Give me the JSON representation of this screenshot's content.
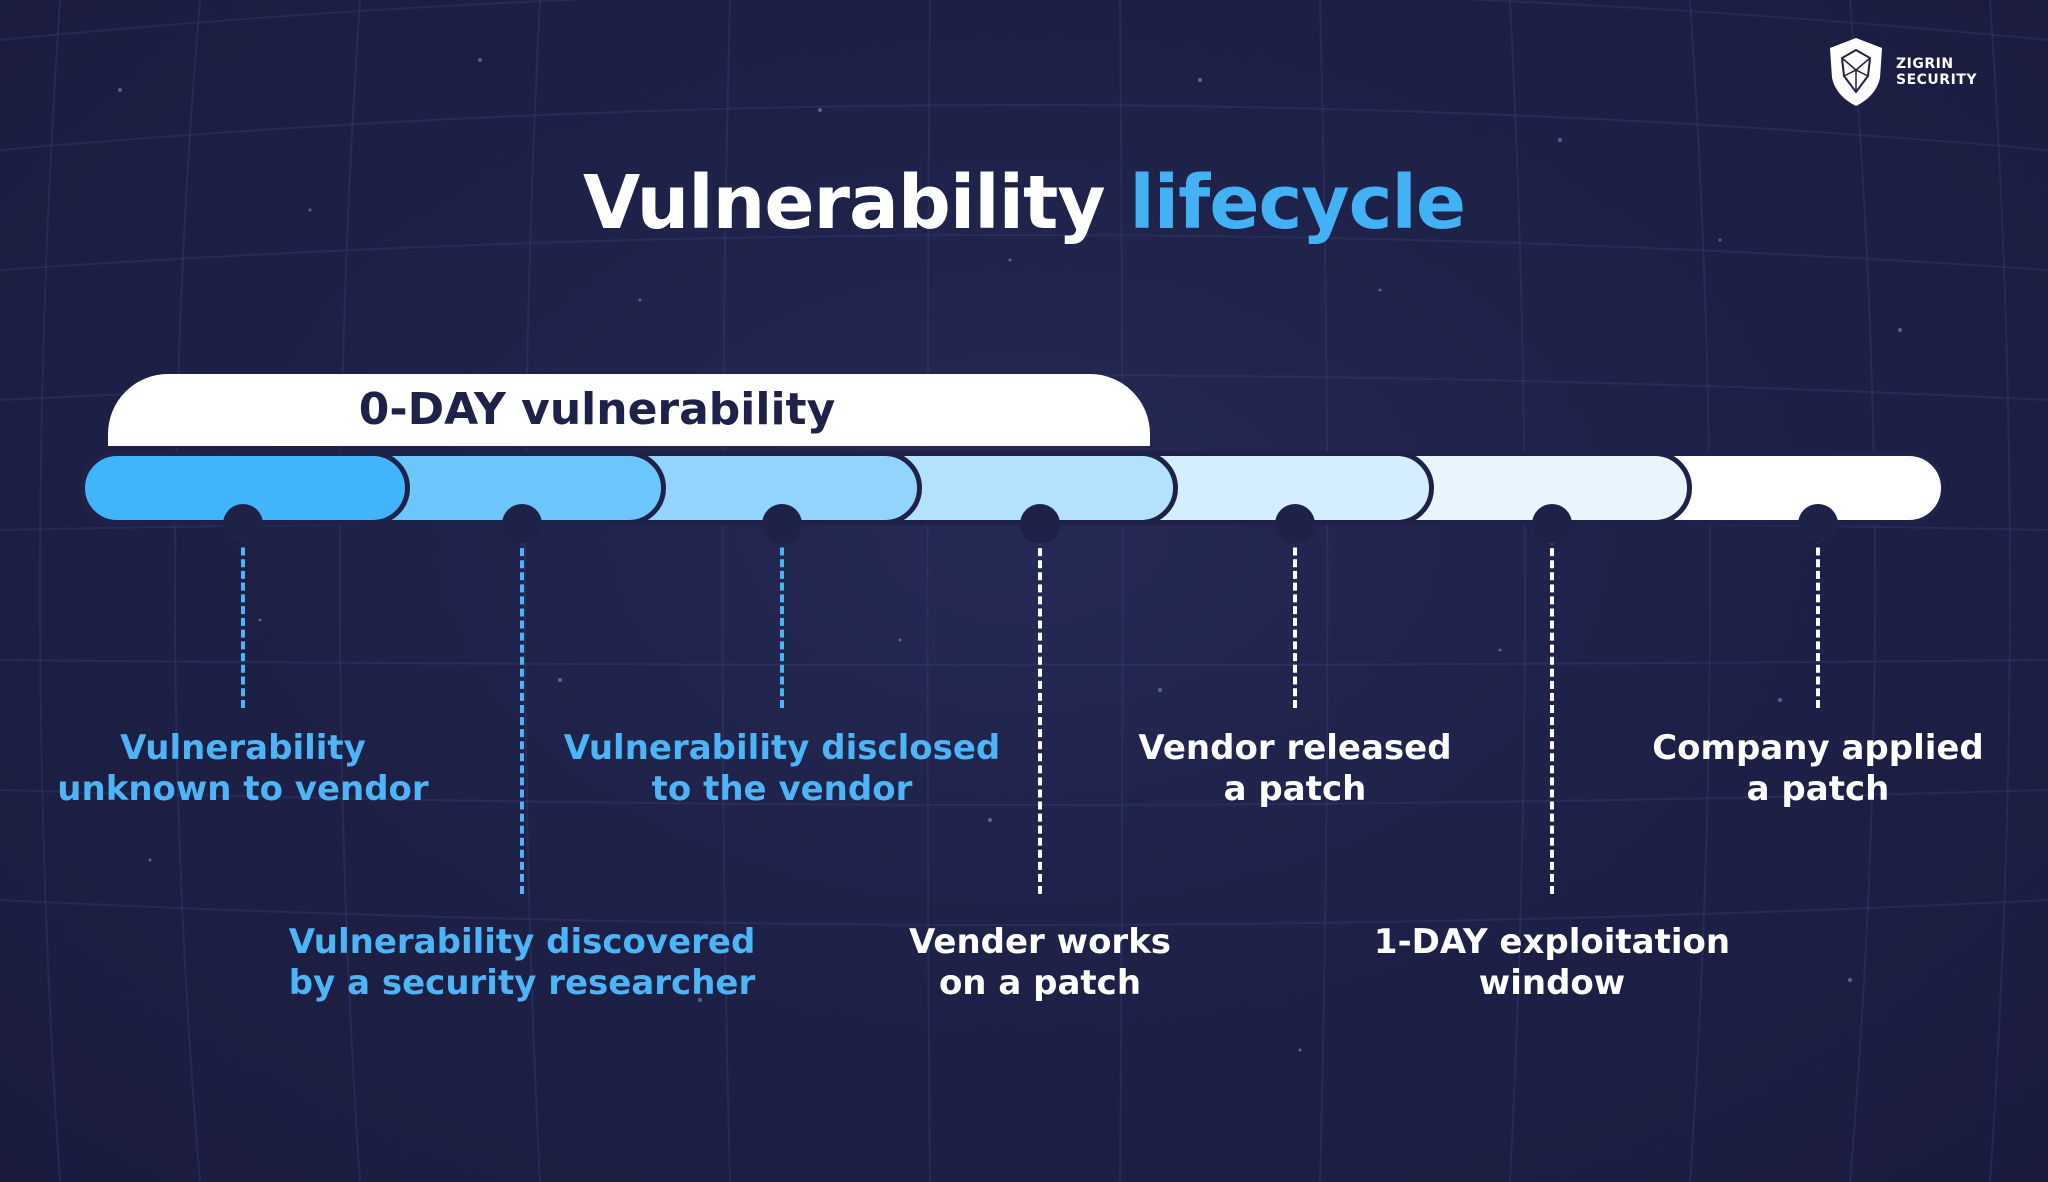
{
  "header": {
    "title_main": "Vulnerability",
    "title_accent": "lifecycle"
  },
  "logo": {
    "line1": "ZIGRIN",
    "line2": "SECURITY",
    "icon": "wolf-shield-icon"
  },
  "timeline": {
    "zero_day_label": "0-DAY vulnerability",
    "segment_colors": [
      "#42b4fb",
      "#6cc6fb",
      "#92d4fc",
      "#b4e2fd",
      "#d4eefd",
      "#e8f5fe",
      "#ffffff"
    ]
  },
  "stages": [
    {
      "line1": "Vulnerability",
      "line2": "unknown to vendor"
    },
    {
      "line1": "Vulnerability discovered",
      "line2": "by a security researcher"
    },
    {
      "line1": "Vulnerability disclosed",
      "line2": "to the vendor"
    },
    {
      "line1": "Vender works",
      "line2": "on a patch"
    },
    {
      "line1": "Vendor released",
      "line2": "a patch"
    },
    {
      "line1": "1-DAY exploitation",
      "line2": "window"
    },
    {
      "line1": "Company applied",
      "line2": "a patch"
    }
  ],
  "colors": {
    "background": "#1e2148",
    "accent": "#42b2f5",
    "label_blue": "#4db5f5",
    "label_white": "#ffffff"
  }
}
